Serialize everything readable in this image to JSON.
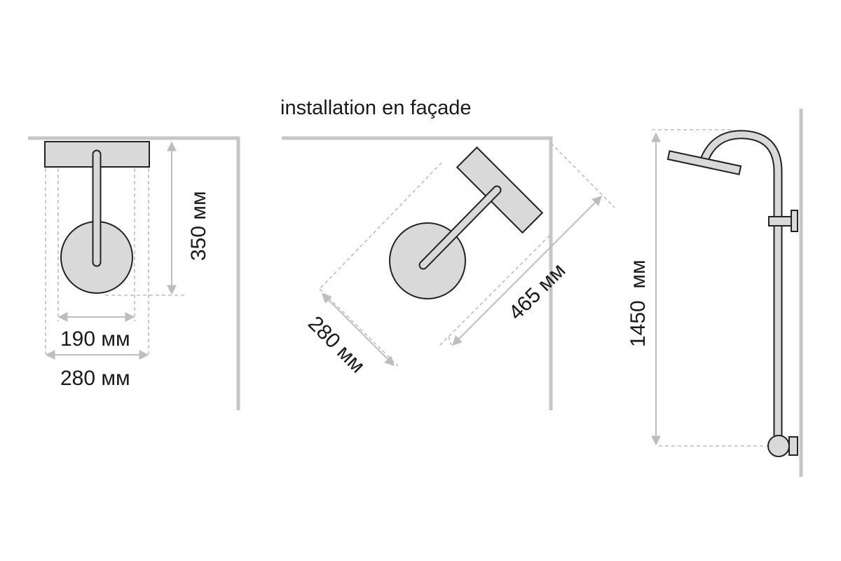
{
  "title": "installation en façade",
  "views": {
    "front": {
      "width_inner": "190 мм",
      "width_outer": "280 мм",
      "depth": "350 мм"
    },
    "corner": {
      "width": "280 мм",
      "length": "465 мм"
    },
    "side": {
      "height": "1450  мм"
    }
  },
  "colors": {
    "wall": "#c6c6c6",
    "dimension_line": "#bdbdbd",
    "part_fill": "#d9d9d9",
    "outline": "#222222"
  }
}
